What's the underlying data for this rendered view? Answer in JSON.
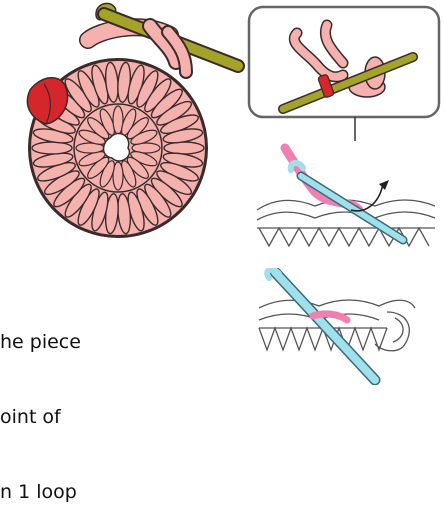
{
  "instruction_lines": [
    "he piece",
    "oint of",
    "n 1 loop"
  ],
  "figures": [
    {
      "name": "crochet-round-figure",
      "icon": "crochet-hook-icon"
    },
    {
      "name": "hook-loop-closeup-figure",
      "icon": "loop-closeup-icon"
    },
    {
      "name": "slip-stitch-figure",
      "icon": "arrow-icon"
    },
    {
      "name": "hook-insert-figure",
      "icon": "hook-insert-icon"
    }
  ],
  "colors": {
    "yarn_pink": "#f4b1ae",
    "yarn_outline": "#3a2a2a",
    "marker_red": "#d4262b",
    "hook_olive": "#a3a32a",
    "hook_blue": "#9fe0ea",
    "yarn_magenta": "#f27fb1",
    "panel_border": "#666666"
  }
}
